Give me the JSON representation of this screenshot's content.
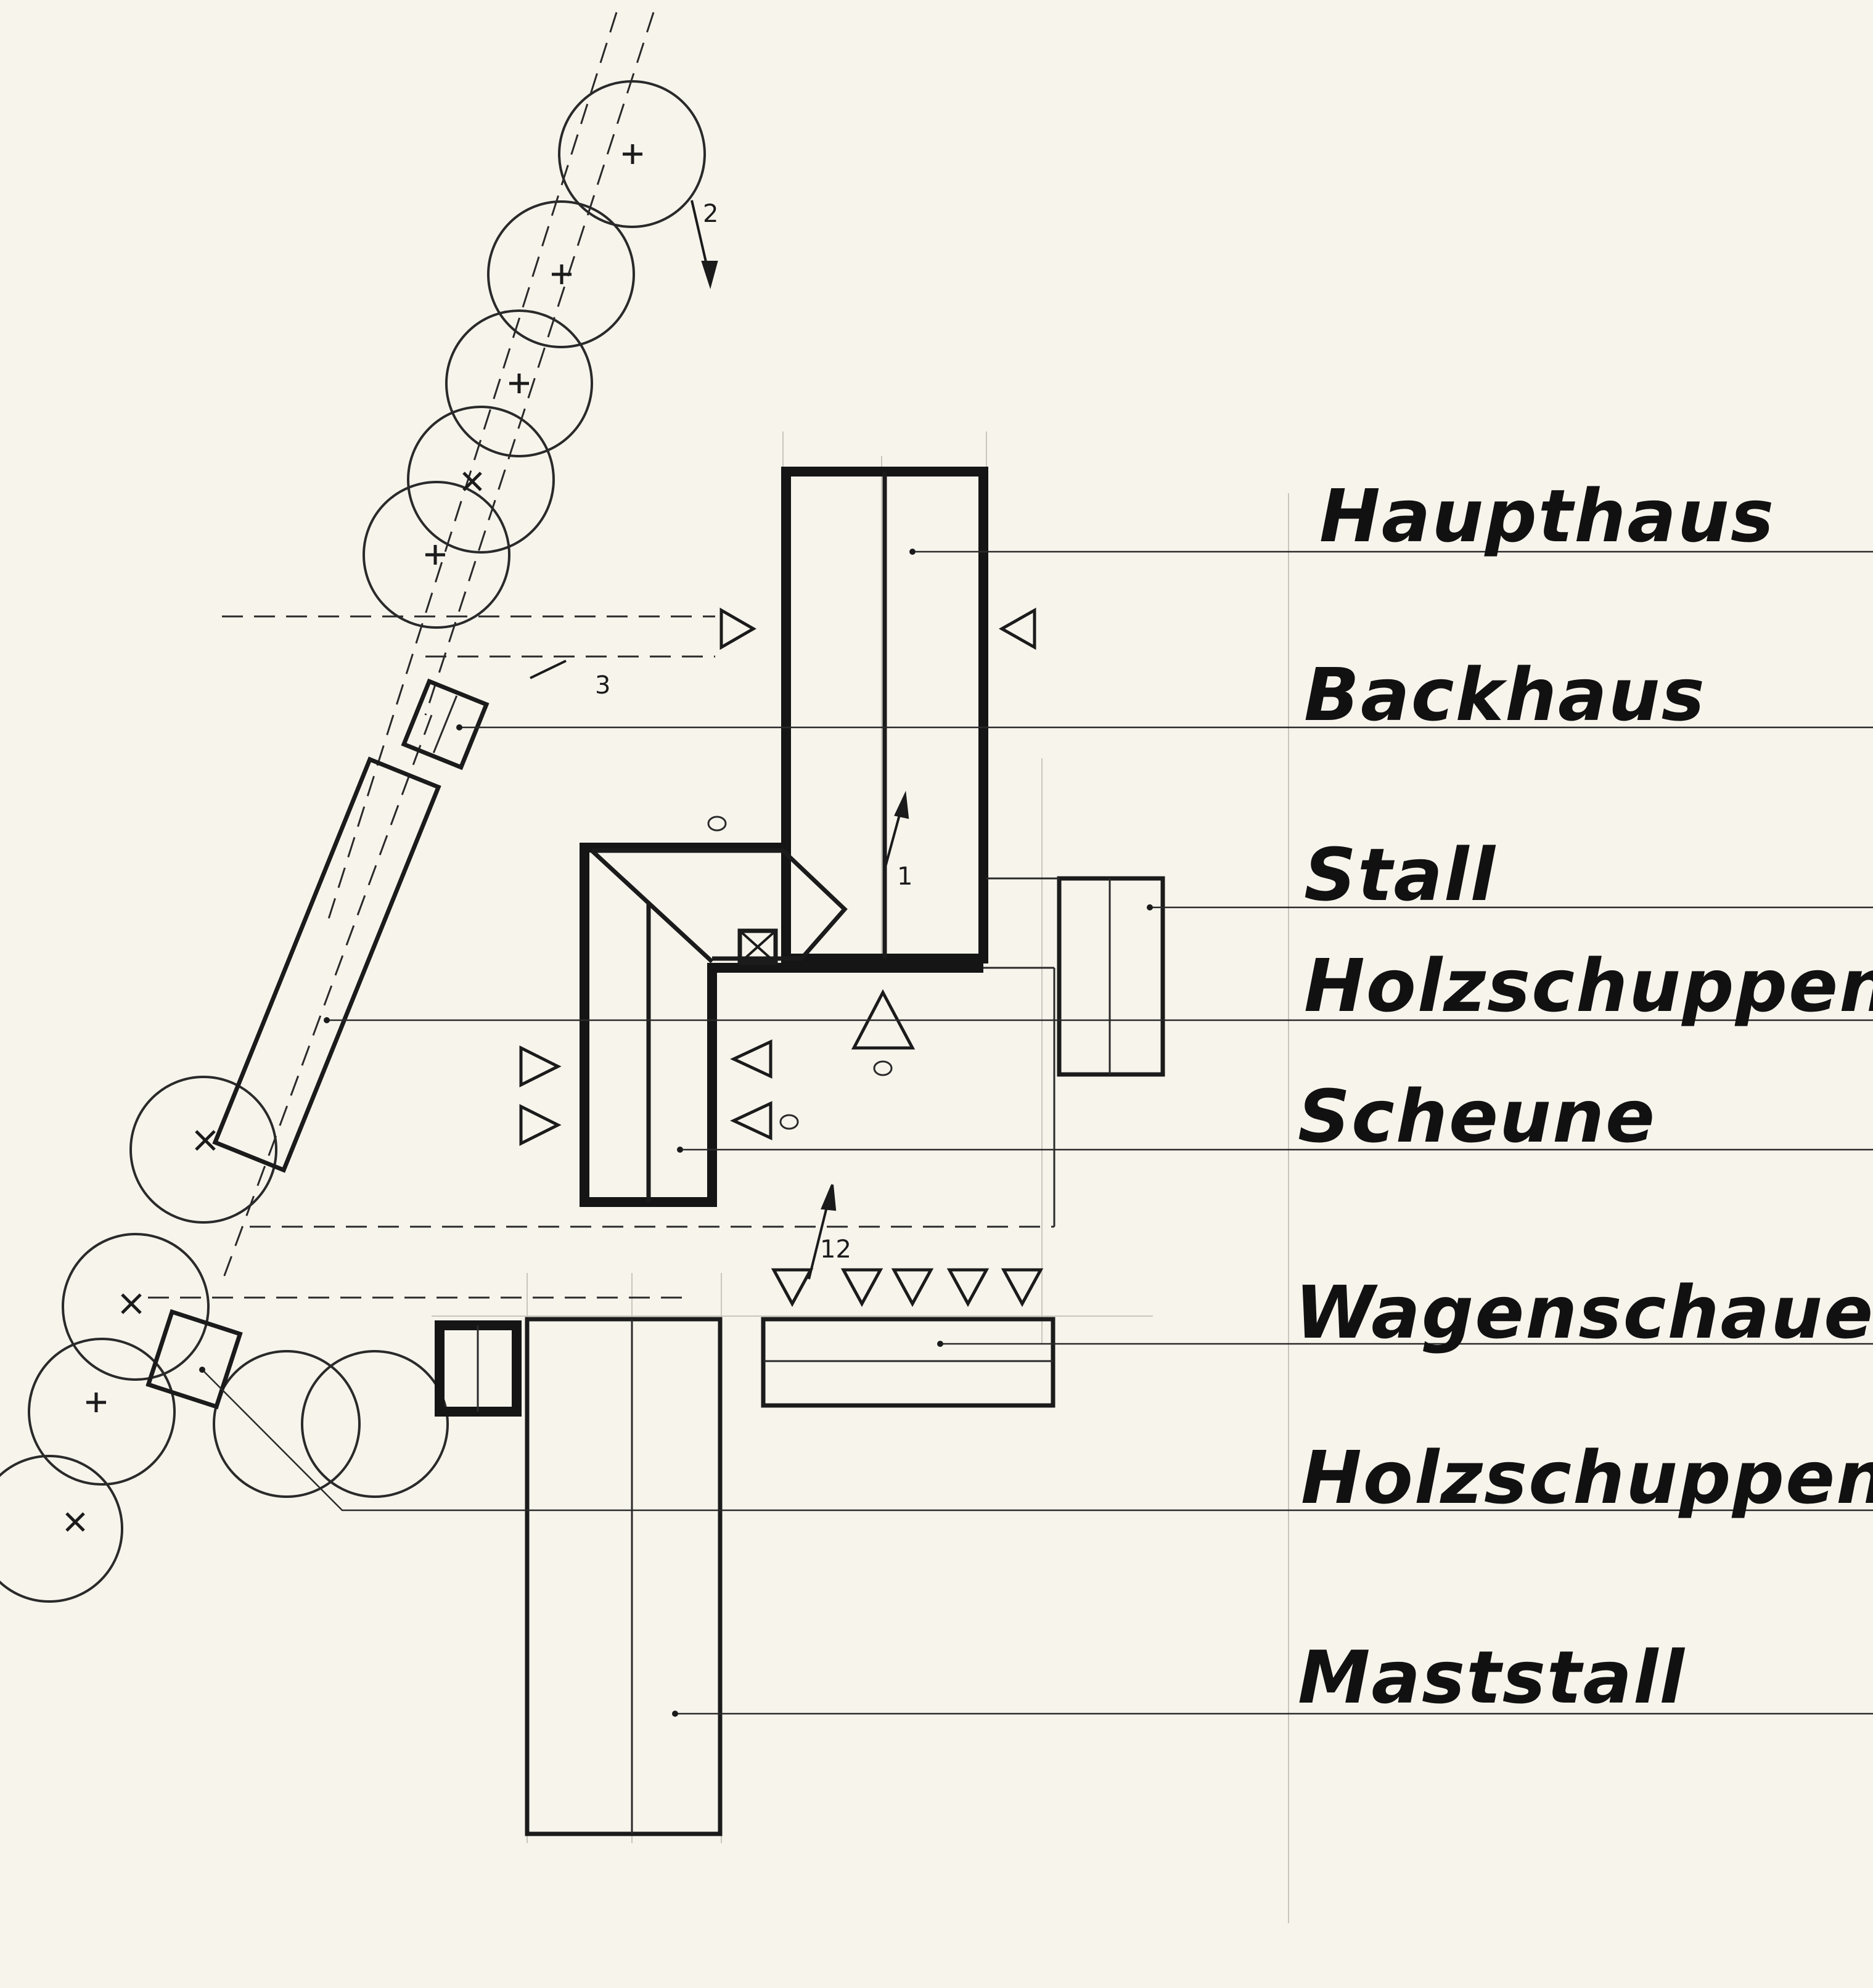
{
  "labels": [
    {
      "id": "haupthaus",
      "text": "Haupthaus"
    },
    {
      "id": "backhaus",
      "text": "Backhaus"
    },
    {
      "id": "stall",
      "text": "Stall"
    },
    {
      "id": "holzschuppen-1",
      "text": "Holzschuppen"
    },
    {
      "id": "scheune",
      "text": "Scheune"
    },
    {
      "id": "wagenschauer",
      "text": "Wagenschauer"
    },
    {
      "id": "holzschuppen-2",
      "text": "Holzschuppen"
    },
    {
      "id": "maststall",
      "text": "Maststall"
    }
  ],
  "view_markers": [
    {
      "id": "marker-1",
      "text": "1"
    },
    {
      "id": "marker-2",
      "text": "2"
    },
    {
      "id": "marker-3",
      "text": "3"
    },
    {
      "id": "marker-12",
      "text": "12"
    }
  ]
}
